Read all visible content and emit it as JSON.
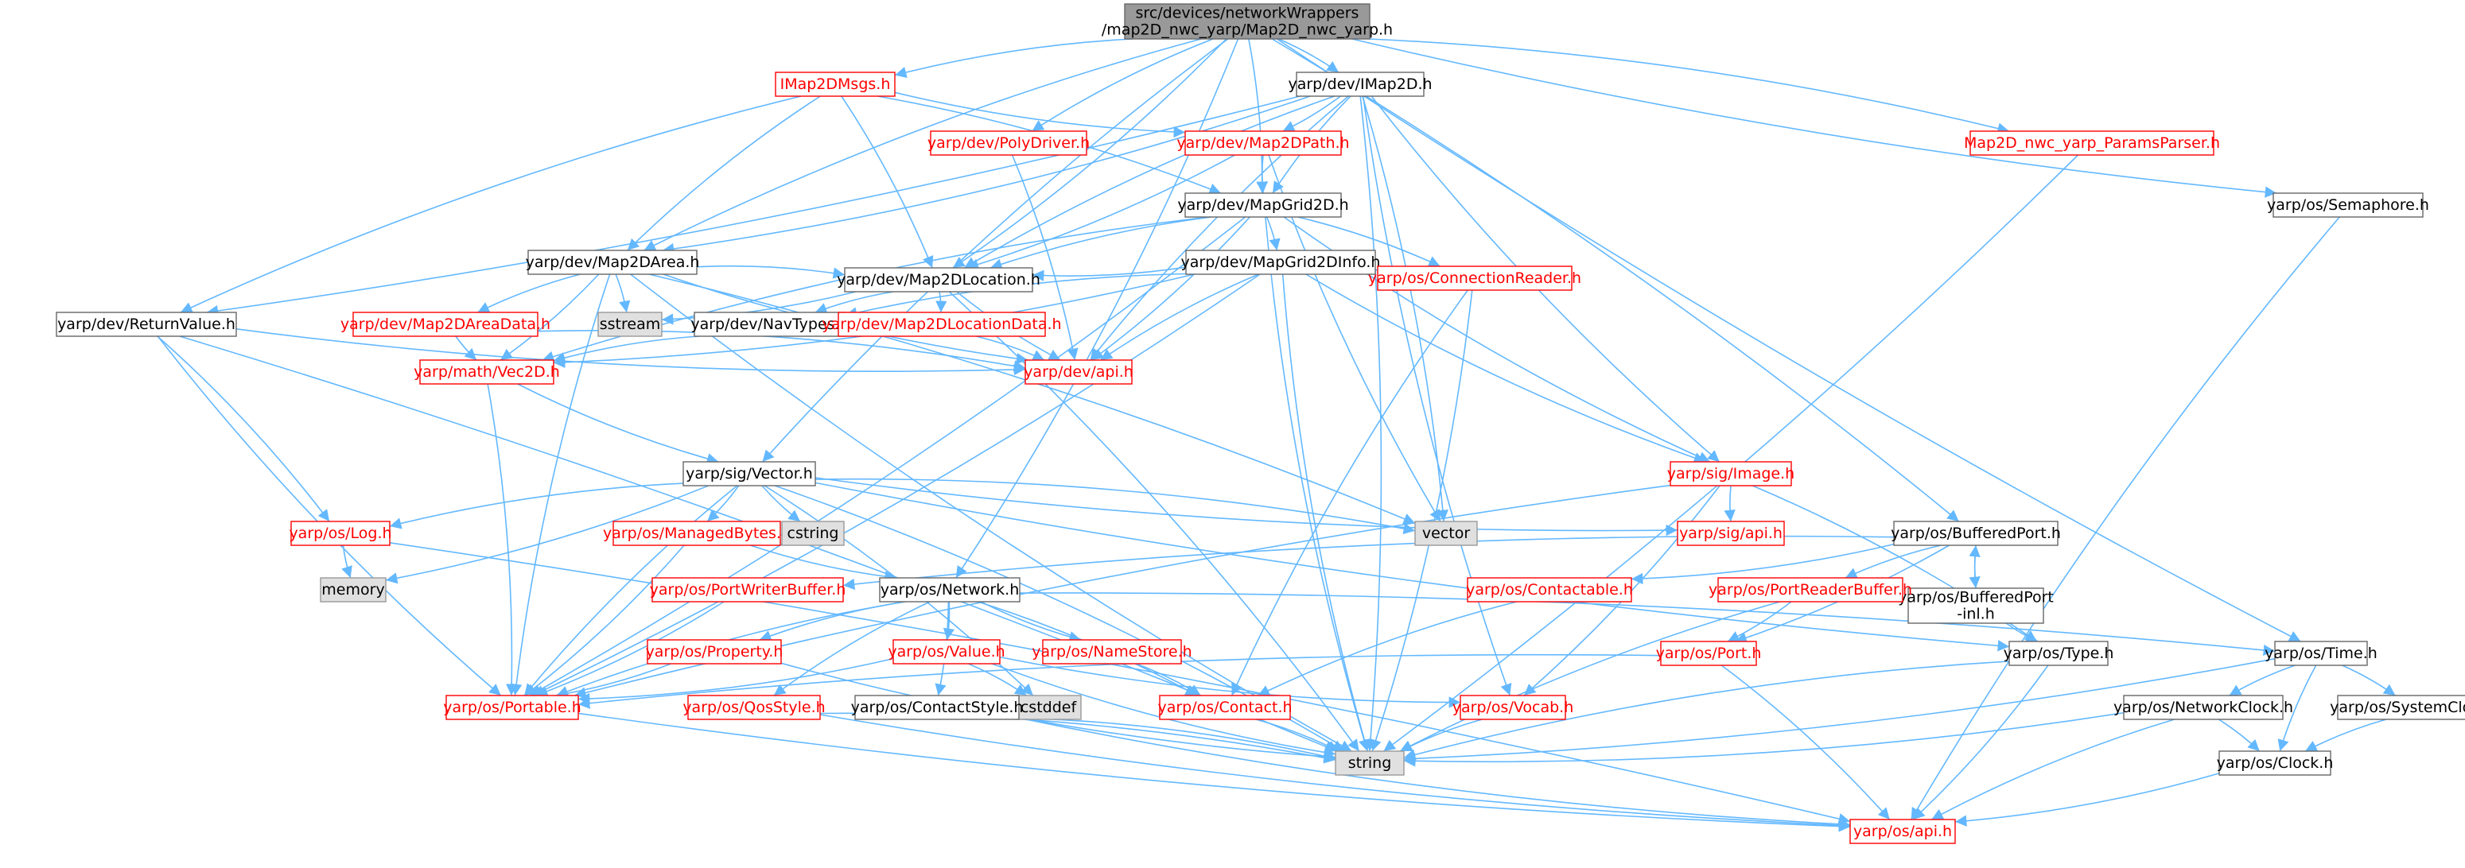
{
  "colors": {
    "edge": "#63b8ff",
    "node_border": "#666666",
    "node_fill": "#ffffff",
    "root_fill": "#999999",
    "red_text": "#ff0000",
    "dark_text": "#000000",
    "external_fill": "#e0e0e0",
    "external_border": "#999999"
  },
  "nodes": [
    {
      "id": "root",
      "lines": [
        "src/devices/networkWrappers",
        "/map2D_nwc_yarp/Map2D_nwc_yarp.h"
      ],
      "style": "root"
    },
    {
      "id": "IMap2DMsgs",
      "lines": [
        "IMap2DMsgs.h"
      ],
      "style": "red"
    },
    {
      "id": "IMap2D",
      "lines": [
        "yarp/dev/IMap2D.h"
      ],
      "style": "normal"
    },
    {
      "id": "PolyDriver",
      "lines": [
        "yarp/dev/PolyDriver.h"
      ],
      "style": "red"
    },
    {
      "id": "Map2DPath",
      "lines": [
        "yarp/dev/Map2DPath.h"
      ],
      "style": "red"
    },
    {
      "id": "ParamsParser",
      "lines": [
        "Map2D_nwc_yarp_ParamsParser.h"
      ],
      "style": "red"
    },
    {
      "id": "Semaphore",
      "lines": [
        "yarp/os/Semaphore.h"
      ],
      "style": "normal"
    },
    {
      "id": "MapGrid2D",
      "lines": [
        "yarp/dev/MapGrid2D.h"
      ],
      "style": "normal"
    },
    {
      "id": "Map2DArea",
      "lines": [
        "yarp/dev/Map2DArea.h"
      ],
      "style": "normal"
    },
    {
      "id": "MapGrid2DInfo",
      "lines": [
        "yarp/dev/MapGrid2DInfo.h"
      ],
      "style": "normal"
    },
    {
      "id": "Map2DLocation",
      "lines": [
        "yarp/dev/Map2DLocation.h"
      ],
      "style": "normal"
    },
    {
      "id": "ConnectionReader",
      "lines": [
        "yarp/os/ConnectionReader.h"
      ],
      "style": "red"
    },
    {
      "id": "ReturnValue",
      "lines": [
        "yarp/dev/ReturnValue.h"
      ],
      "style": "normal"
    },
    {
      "id": "Map2DAreaData",
      "lines": [
        "yarp/dev/Map2DAreaData.h"
      ],
      "style": "red"
    },
    {
      "id": "sstream",
      "lines": [
        "sstream"
      ],
      "style": "external"
    },
    {
      "id": "NavTypes",
      "lines": [
        "yarp/dev/NavTypes.h"
      ],
      "style": "normal"
    },
    {
      "id": "Map2DLocationData",
      "lines": [
        "yarp/dev/Map2DLocationData.h"
      ],
      "style": "red"
    },
    {
      "id": "devapi",
      "lines": [
        "yarp/dev/api.h"
      ],
      "style": "red"
    },
    {
      "id": "Vec2D",
      "lines": [
        "yarp/math/Vec2D.h"
      ],
      "style": "red"
    },
    {
      "id": "Image",
      "lines": [
        "yarp/sig/Image.h"
      ],
      "style": "red"
    },
    {
      "id": "Vector",
      "lines": [
        "yarp/sig/Vector.h"
      ],
      "style": "normal"
    },
    {
      "id": "Log",
      "lines": [
        "yarp/os/Log.h"
      ],
      "style": "red"
    },
    {
      "id": "ManagedBytes",
      "lines": [
        "yarp/os/ManagedBytes.h"
      ],
      "style": "red"
    },
    {
      "id": "cstring",
      "lines": [
        "cstring"
      ],
      "style": "external"
    },
    {
      "id": "vector",
      "lines": [
        "vector"
      ],
      "style": "external"
    },
    {
      "id": "sigapi",
      "lines": [
        "yarp/sig/api.h"
      ],
      "style": "red"
    },
    {
      "id": "BufferedPort",
      "lines": [
        "yarp/os/BufferedPort.h"
      ],
      "style": "normal"
    },
    {
      "id": "memory",
      "lines": [
        "memory"
      ],
      "style": "external"
    },
    {
      "id": "BufferedPortInl",
      "lines": [
        "yarp/os/BufferedPort",
        "-inl.h"
      ],
      "style": "normal"
    },
    {
      "id": "PortWriterBuffer",
      "lines": [
        "yarp/os/PortWriterBuffer.h"
      ],
      "style": "red"
    },
    {
      "id": "Network",
      "lines": [
        "yarp/os/Network.h"
      ],
      "style": "normal"
    },
    {
      "id": "Contactable",
      "lines": [
        "yarp/os/Contactable.h"
      ],
      "style": "red"
    },
    {
      "id": "PortReaderBuffer",
      "lines": [
        "yarp/os/PortReaderBuffer.h"
      ],
      "style": "red"
    },
    {
      "id": "Property",
      "lines": [
        "yarp/os/Property.h"
      ],
      "style": "red"
    },
    {
      "id": "Value",
      "lines": [
        "yarp/os/Value.h"
      ],
      "style": "red"
    },
    {
      "id": "NameStore",
      "lines": [
        "yarp/os/NameStore.h"
      ],
      "style": "red"
    },
    {
      "id": "Port",
      "lines": [
        "yarp/os/Port.h"
      ],
      "style": "red"
    },
    {
      "id": "Type",
      "lines": [
        "yarp/os/Type.h"
      ],
      "style": "normal"
    },
    {
      "id": "Time",
      "lines": [
        "yarp/os/Time.h"
      ],
      "style": "normal"
    },
    {
      "id": "Portable",
      "lines": [
        "yarp/os/Portable.h"
      ],
      "style": "red"
    },
    {
      "id": "cstddef",
      "lines": [
        "cstddef"
      ],
      "style": "external"
    },
    {
      "id": "QosStyle",
      "lines": [
        "yarp/os/QosStyle.h"
      ],
      "style": "red"
    },
    {
      "id": "ContactStyle",
      "lines": [
        "yarp/os/ContactStyle.h"
      ],
      "style": "normal"
    },
    {
      "id": "Contact",
      "lines": [
        "yarp/os/Contact.h"
      ],
      "style": "red"
    },
    {
      "id": "Vocab",
      "lines": [
        "yarp/os/Vocab.h"
      ],
      "style": "red"
    },
    {
      "id": "NetworkClock",
      "lines": [
        "yarp/os/NetworkClock.h"
      ],
      "style": "normal"
    },
    {
      "id": "SystemClock",
      "lines": [
        "yarp/os/SystemClock.h"
      ],
      "style": "normal"
    },
    {
      "id": "string",
      "lines": [
        "string"
      ],
      "style": "external"
    },
    {
      "id": "Clock",
      "lines": [
        "yarp/os/Clock.h"
      ],
      "style": "normal"
    },
    {
      "id": "osapi",
      "lines": [
        "yarp/os/api.h"
      ],
      "style": "red"
    }
  ],
  "edges": [
    [
      "root",
      "IMap2DMsgs"
    ],
    [
      "root",
      "IMap2D"
    ],
    [
      "root",
      "PolyDriver"
    ],
    [
      "root",
      "ParamsParser"
    ],
    [
      "root",
      "Semaphore"
    ],
    [
      "root",
      "MapGrid2D"
    ],
    [
      "root",
      "Map2DArea"
    ],
    [
      "root",
      "Map2DLocation"
    ],
    [
      "root",
      "Vector"
    ],
    [
      "root",
      "BufferedPort"
    ],
    [
      "root",
      "Time"
    ],
    [
      "root",
      "Network"
    ],
    [
      "IMap2DMsgs",
      "Map2DPath"
    ],
    [
      "IMap2DMsgs",
      "MapGrid2D"
    ],
    [
      "IMap2DMsgs",
      "Map2DArea"
    ],
    [
      "IMap2DMsgs",
      "Map2DLocation"
    ],
    [
      "IMap2DMsgs",
      "ReturnValue"
    ],
    [
      "IMap2D",
      "Map2DPath"
    ],
    [
      "IMap2D",
      "MapGrid2D"
    ],
    [
      "IMap2D",
      "Map2DArea"
    ],
    [
      "IMap2D",
      "Map2DLocation"
    ],
    [
      "IMap2D",
      "ReturnValue"
    ],
    [
      "IMap2D",
      "devapi"
    ],
    [
      "IMap2D",
      "vector"
    ],
    [
      "IMap2D",
      "Image"
    ],
    [
      "IMap2D",
      "string"
    ],
    [
      "IMap2D",
      "Vocab"
    ],
    [
      "PolyDriver",
      "devapi"
    ],
    [
      "Map2DPath",
      "MapGrid2D"
    ],
    [
      "Map2DPath",
      "Map2DLocation"
    ],
    [
      "Map2DPath",
      "vector"
    ],
    [
      "ParamsParser",
      "string"
    ],
    [
      "Semaphore",
      "osapi"
    ],
    [
      "MapGrid2D",
      "MapGrid2DInfo"
    ],
    [
      "MapGrid2D",
      "Map2DLocation"
    ],
    [
      "MapGrid2D",
      "ConnectionReader"
    ],
    [
      "MapGrid2D",
      "Image"
    ],
    [
      "MapGrid2D",
      "devapi"
    ],
    [
      "MapGrid2D",
      "Vec2D"
    ],
    [
      "MapGrid2D",
      "Portable"
    ],
    [
      "MapGrid2D",
      "string"
    ],
    [
      "Map2DArea",
      "Map2DLocation"
    ],
    [
      "Map2DArea",
      "Map2DAreaData"
    ],
    [
      "Map2DArea",
      "sstream"
    ],
    [
      "Map2DArea",
      "devapi"
    ],
    [
      "Map2DArea",
      "Vec2D"
    ],
    [
      "Map2DArea",
      "Portable"
    ],
    [
      "Map2DArea",
      "vector"
    ],
    [
      "Map2DArea",
      "string"
    ],
    [
      "MapGrid2DInfo",
      "Map2DLocation"
    ],
    [
      "MapGrid2DInfo",
      "NavTypes"
    ],
    [
      "MapGrid2DInfo",
      "ConnectionReader"
    ],
    [
      "MapGrid2DInfo",
      "devapi"
    ],
    [
      "MapGrid2DInfo",
      "Vec2D"
    ],
    [
      "MapGrid2DInfo",
      "Image"
    ],
    [
      "MapGrid2DInfo",
      "Portable"
    ],
    [
      "MapGrid2DInfo",
      "string"
    ],
    [
      "Map2DLocation",
      "sstream"
    ],
    [
      "Map2DLocation",
      "NavTypes"
    ],
    [
      "Map2DLocation",
      "Map2DLocationData"
    ],
    [
      "Map2DLocation",
      "devapi"
    ],
    [
      "Map2DLocation",
      "string"
    ],
    [
      "ConnectionReader",
      "Contact"
    ],
    [
      "ConnectionReader",
      "string"
    ],
    [
      "ReturnValue",
      "devapi"
    ],
    [
      "ReturnValue",
      "Log"
    ],
    [
      "ReturnValue",
      "Portable"
    ],
    [
      "ReturnValue",
      "string"
    ],
    [
      "Map2DAreaData",
      "Vec2D"
    ],
    [
      "Map2DAreaData",
      "devapi"
    ],
    [
      "NavTypes",
      "Vec2D"
    ],
    [
      "Map2DLocationData",
      "devapi"
    ],
    [
      "Vec2D",
      "Vector"
    ],
    [
      "Vec2D",
      "Portable"
    ],
    [
      "Image",
      "sigapi"
    ],
    [
      "Image",
      "Type"
    ],
    [
      "Image",
      "Portable"
    ],
    [
      "Image",
      "Vocab"
    ],
    [
      "Vector",
      "Log"
    ],
    [
      "Vector",
      "ManagedBytes"
    ],
    [
      "Vector",
      "cstring"
    ],
    [
      "Vector",
      "vector"
    ],
    [
      "Vector",
      "sigapi"
    ],
    [
      "Vector",
      "memory"
    ],
    [
      "Vector",
      "Portable"
    ],
    [
      "Vector",
      "cstddef"
    ],
    [
      "Vector",
      "Type"
    ],
    [
      "Vector",
      "string"
    ],
    [
      "Log",
      "memory"
    ],
    [
      "Log",
      "osapi"
    ],
    [
      "ManagedBytes",
      "Network"
    ],
    [
      "ManagedBytes",
      "Portable"
    ],
    [
      "BufferedPort",
      "BufferedPortInl"
    ],
    [
      "BufferedPort",
      "Contactable"
    ],
    [
      "BufferedPort",
      "PortReaderBuffer"
    ],
    [
      "BufferedPort",
      "Port"
    ],
    [
      "BufferedPort",
      "PortWriterBuffer"
    ],
    [
      "BufferedPortInl",
      "BufferedPort"
    ],
    [
      "BufferedPortInl",
      "Type"
    ],
    [
      "PortWriterBuffer",
      "Portable"
    ],
    [
      "Network",
      "Property"
    ],
    [
      "Network",
      "Value"
    ],
    [
      "Network",
      "NameStore"
    ],
    [
      "Network",
      "ContactStyle"
    ],
    [
      "Network",
      "QosStyle"
    ],
    [
      "Network",
      "Contact"
    ],
    [
      "Network",
      "Portable"
    ],
    [
      "Network",
      "Time"
    ],
    [
      "Contactable",
      "Contact"
    ],
    [
      "PortReaderBuffer",
      "Port"
    ],
    [
      "PortReaderBuffer",
      "string"
    ],
    [
      "Property",
      "Portable"
    ],
    [
      "Property",
      "string"
    ],
    [
      "Value",
      "cstddef"
    ],
    [
      "Value",
      "Vocab"
    ],
    [
      "Value",
      "Portable"
    ],
    [
      "Value",
      "string"
    ],
    [
      "NameStore",
      "Contact"
    ],
    [
      "Port",
      "Portable"
    ],
    [
      "Port",
      "osapi"
    ],
    [
      "Type",
      "string"
    ],
    [
      "Type",
      "osapi"
    ],
    [
      "Time",
      "NetworkClock"
    ],
    [
      "Time",
      "SystemClock"
    ],
    [
      "Time",
      "Clock"
    ],
    [
      "Time",
      "string"
    ],
    [
      "Portable",
      "osapi"
    ],
    [
      "QosStyle",
      "string"
    ],
    [
      "QosStyle",
      "osapi"
    ],
    [
      "ContactStyle",
      "string"
    ],
    [
      "ContactStyle",
      "osapi"
    ],
    [
      "Contact",
      "string"
    ],
    [
      "Vocab",
      "string"
    ],
    [
      "NetworkClock",
      "Clock"
    ],
    [
      "NetworkClock",
      "osapi"
    ],
    [
      "NetworkClock",
      "string"
    ],
    [
      "SystemClock",
      "Clock"
    ],
    [
      "Clock",
      "osapi"
    ]
  ]
}
